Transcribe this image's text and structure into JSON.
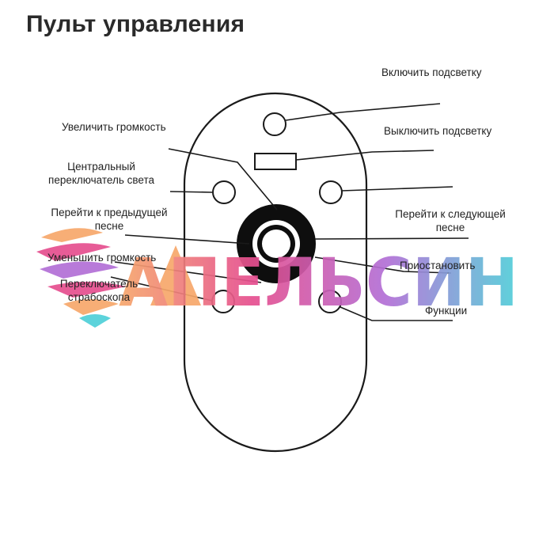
{
  "title": "Пульт управления",
  "labels": {
    "backlight_on": "Включить подсветку",
    "backlight_off": "Выключить подсветку",
    "volume_up": "Увеличить громкость",
    "central_light_switch_1": "Центральный",
    "central_light_switch_2": "переключатель света",
    "prev_song_1": "Перейти к предыдущей",
    "prev_song_2": "песне",
    "next_song_1": "Перейти к следующей",
    "next_song_2": "песне",
    "volume_down": "Уменьшить громкость",
    "pause": "Приостановить",
    "strobe_switch_1": "Переключатель",
    "strobe_switch_2": "страбоскопа",
    "functions": "Функции"
  },
  "watermark": {
    "text": "АПЕЛЬСИН",
    "colors": [
      "#f7a86b",
      "#e64f8f",
      "#b36fd6",
      "#4fd0d8"
    ]
  }
}
